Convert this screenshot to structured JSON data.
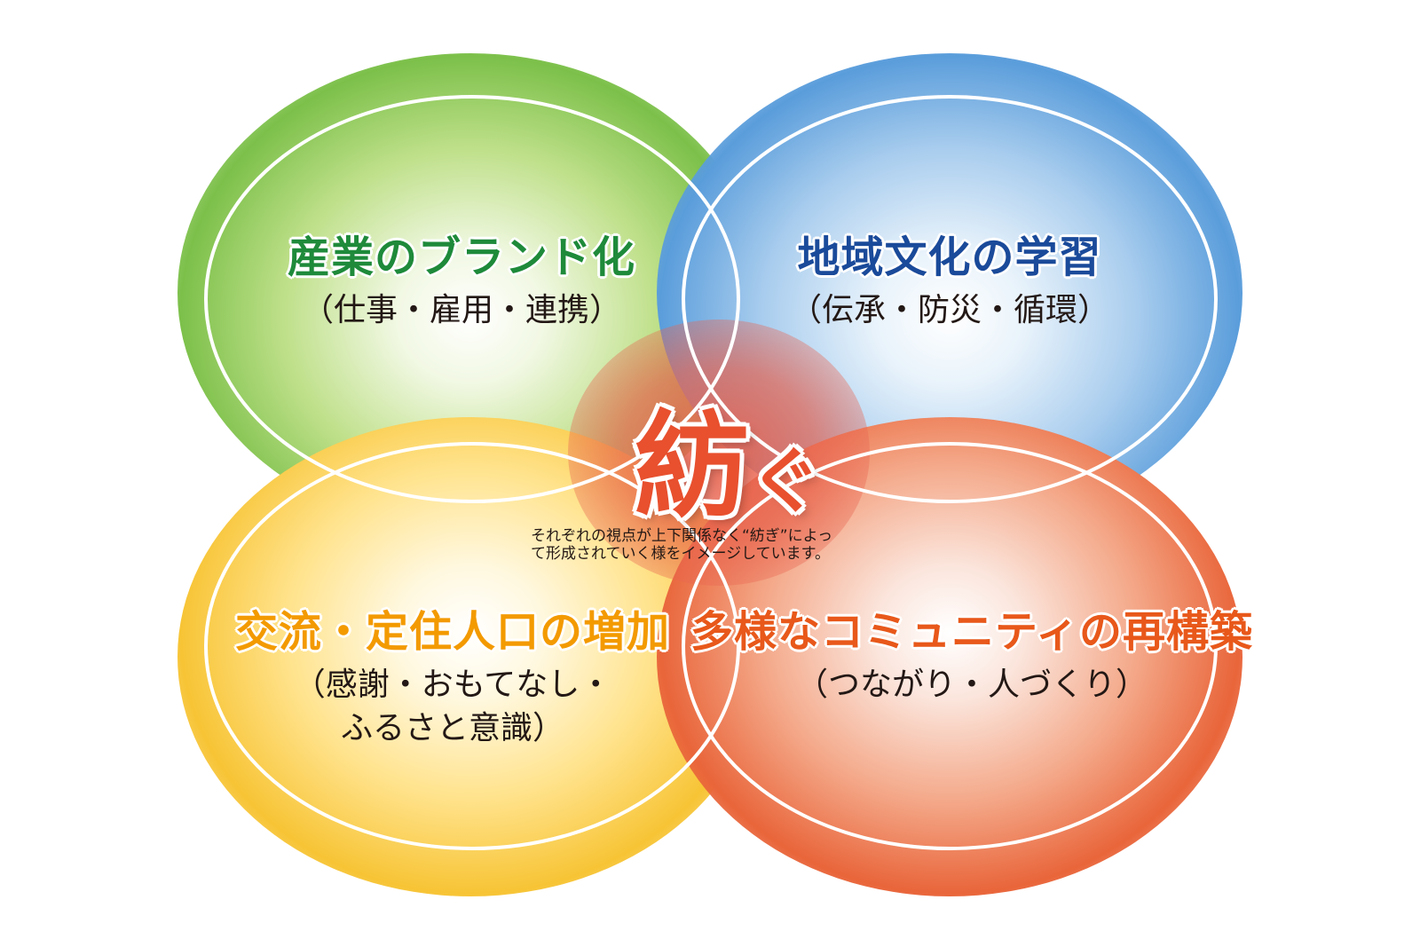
{
  "diagram": {
    "center": {
      "word_main": "紡",
      "word_suffix": "ぐ",
      "caption_line1": "それぞれの視点が上下関係なく“紡ぎ”によっ",
      "caption_line2": "て形成されていく様をイメージしています。",
      "color": "#e8502e"
    },
    "circles": [
      {
        "position": "top-left",
        "title": "産業のブランド化",
        "subtitle_line1": "（仕事・雇用・連携）",
        "subtitle_line2": "",
        "color": "#1e8a3a"
      },
      {
        "position": "top-right",
        "title": "地域文化の学習",
        "subtitle_line1": "（伝承・防災・循環）",
        "subtitle_line2": "",
        "color": "#1a4a9a"
      },
      {
        "position": "bottom-left",
        "title": "交流・定住人口の増加",
        "subtitle_line1": "（感謝・おもてなし・",
        "subtitle_line2": "ふるさと意識）",
        "color": "#f39a00"
      },
      {
        "position": "bottom-right",
        "title": "多様なコミュニティの再構築",
        "subtitle_line1": "（つながり・人づくり）",
        "subtitle_line2": "",
        "color": "#e8581a"
      }
    ]
  }
}
